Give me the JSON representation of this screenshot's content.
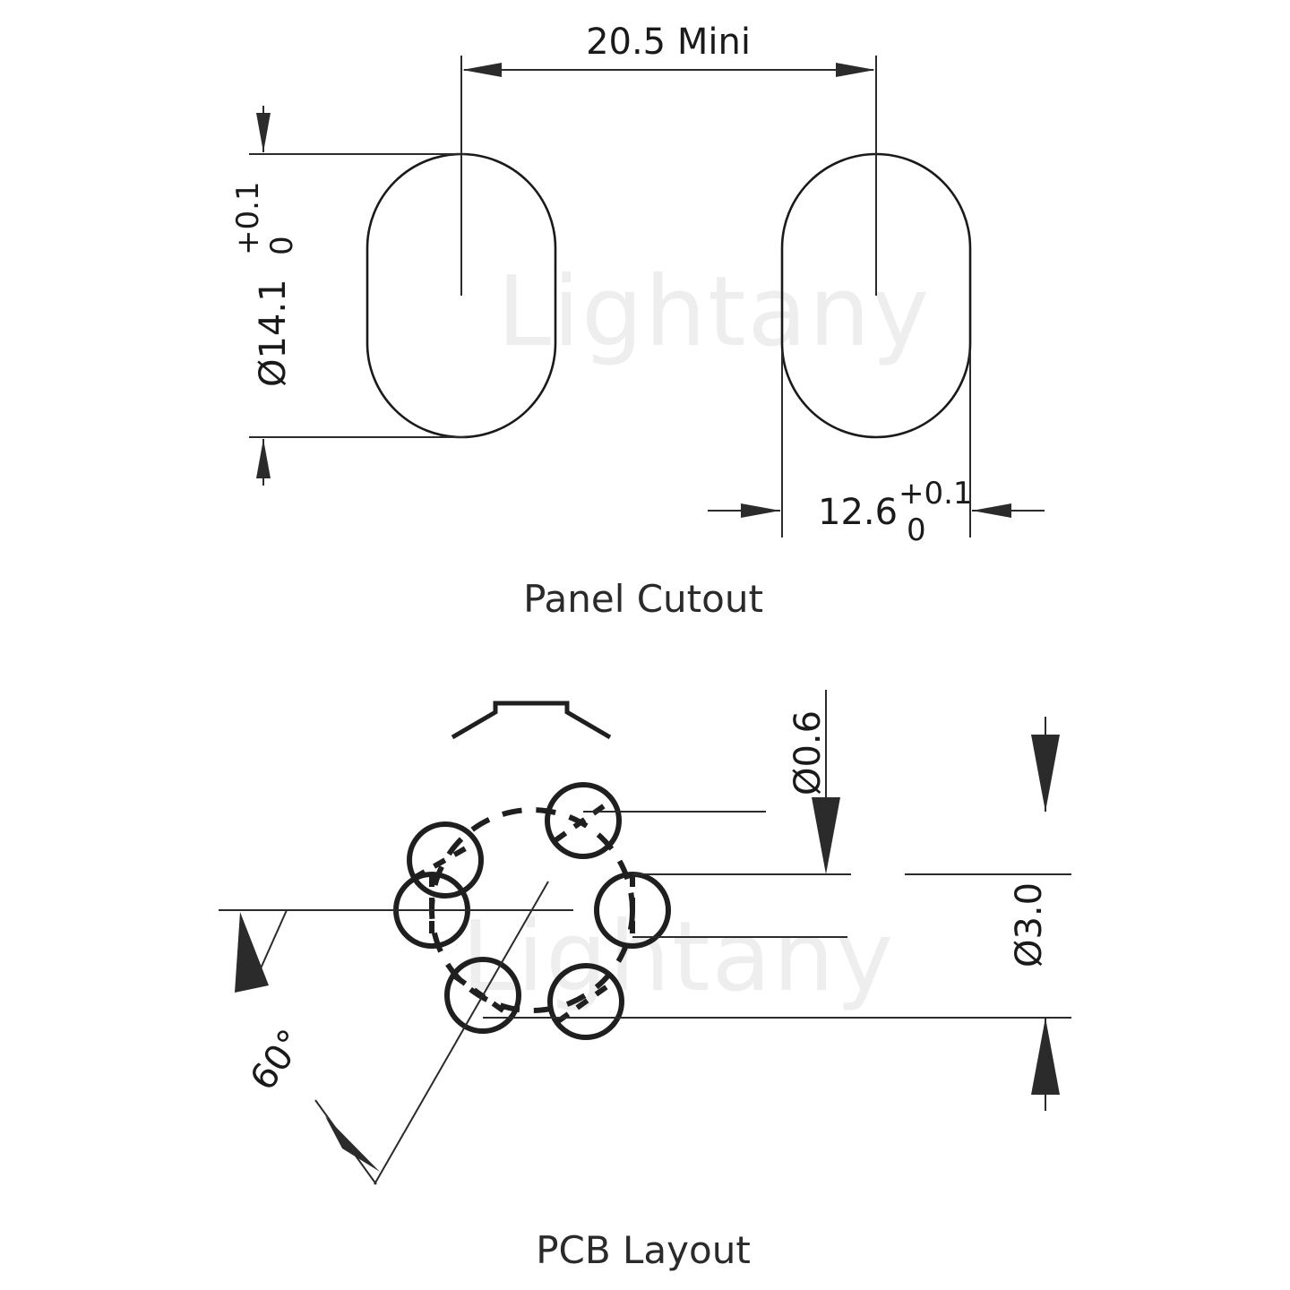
{
  "drawing": {
    "background_color": "#ffffff",
    "line_color": "#1a1a1a",
    "watermark_color": "#eeeeee",
    "watermark_text": "Lightany"
  },
  "panel_cutout": {
    "caption": "Panel Cutout",
    "dimensions": {
      "pitch": {
        "value": "20.5 Mini",
        "label": "20.5 Mini",
        "orientation": "horizontal",
        "position": "top"
      },
      "diameter": {
        "symbol": "Ø",
        "value": "14.1",
        "tol_upper": "+0.1",
        "tol_lower": "0",
        "full": "Ø14.1 +0.1 / 0",
        "orientation": "vertical",
        "position": "left"
      },
      "flat_width": {
        "value": "12.6",
        "tol_upper": "+0.1",
        "tol_lower": "0",
        "full": "12.6 +0.1 / 0",
        "orientation": "horizontal",
        "position": "bottom"
      }
    },
    "shapes": [
      {
        "name": "left-cutout",
        "type": "double-D-circle"
      },
      {
        "name": "right-cutout",
        "type": "double-D-circle"
      }
    ]
  },
  "pcb_layout": {
    "caption": "PCB Layout",
    "pad_count": 6,
    "dimensions": {
      "pad_diameter": {
        "symbol": "Ø",
        "value": "0.6",
        "full": "Ø0.6",
        "orientation": "vertical",
        "position": "right-upper"
      },
      "bolt_circle_diameter": {
        "symbol": "Ø",
        "value": "3.0",
        "full": "Ø3.0",
        "orientation": "vertical",
        "position": "right-outer"
      },
      "pad_angle": {
        "value": "60",
        "unit": "°",
        "full": "60°",
        "position": "lower-left"
      }
    },
    "features": [
      {
        "name": "keyway-notch",
        "type": "profile"
      },
      {
        "name": "bolt-circle",
        "type": "dashed-circle"
      }
    ]
  }
}
